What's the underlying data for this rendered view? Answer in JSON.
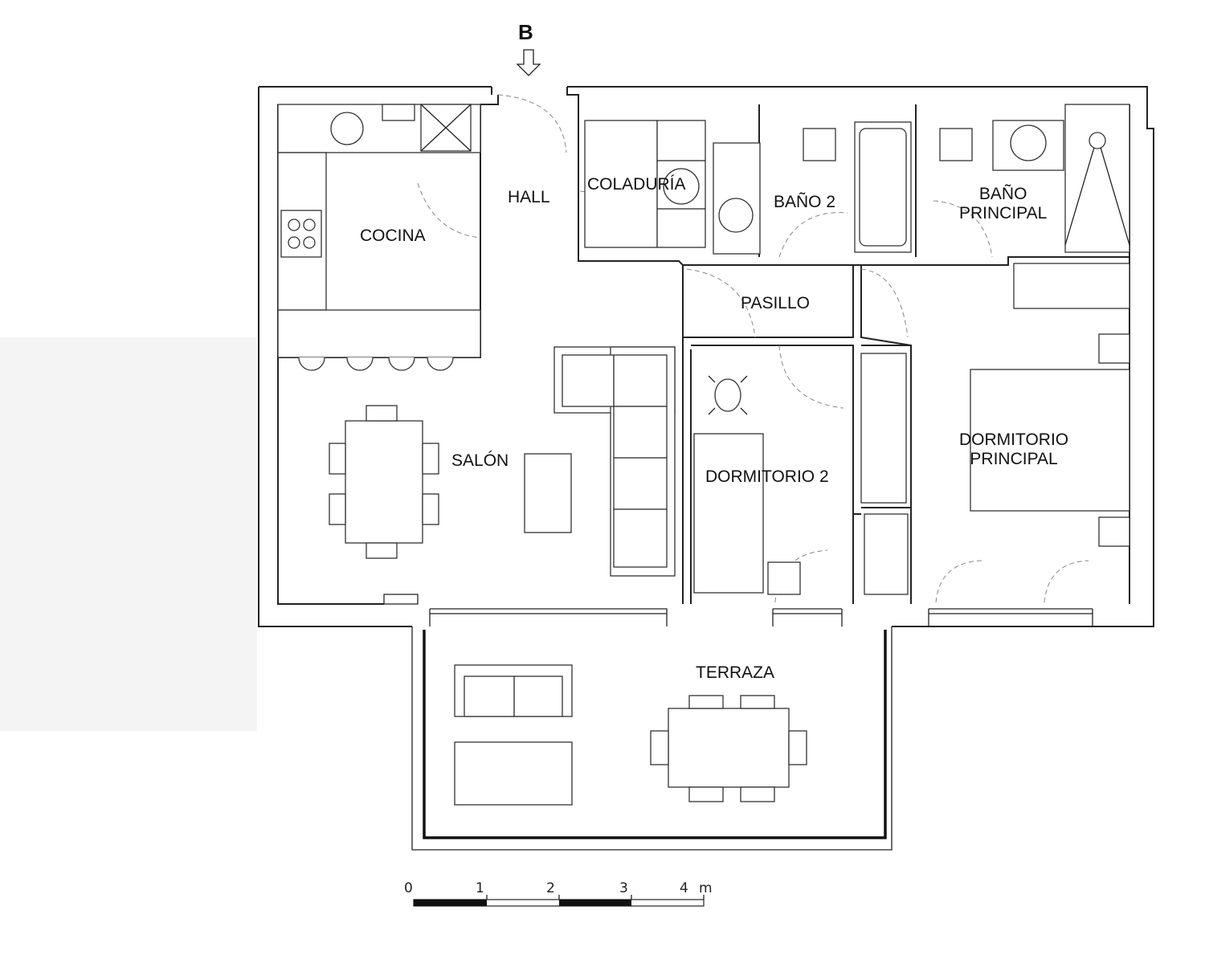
{
  "entrance": {
    "marker": "B"
  },
  "rooms": {
    "cocina": "COCINA",
    "hall": "HALL",
    "coladuria": "COLADURÍA",
    "bano2": "BAÑO 2",
    "bano_principal_1": "BAÑO",
    "bano_principal_2": "PRINCIPAL",
    "pasillo": "PASILLO",
    "salon": "SALÓN",
    "dormitorio2": "DORMITORIO 2",
    "dormitorio_principal_1": "DORMITORIO",
    "dormitorio_principal_2": "PRINCIPAL",
    "terraza": "TERRAZA"
  },
  "scale_bar": {
    "ticks": [
      "0",
      "1",
      "2",
      "3",
      "4"
    ],
    "unit": "m"
  }
}
